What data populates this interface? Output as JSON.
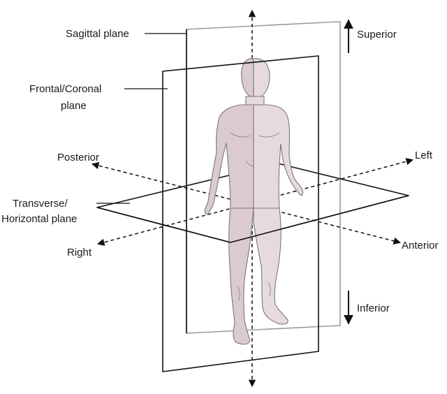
{
  "labels": {
    "sagittal": "Sagittal plane",
    "frontal_line1": "Frontal/Coronal",
    "frontal_line2": "plane",
    "transverse_line1": "Transverse/",
    "transverse_line2": "Horizontal plane",
    "posterior": "Posterior",
    "right": "Right",
    "left": "Left",
    "anterior": "Anterior",
    "superior": "Superior",
    "inferior": "Inferior"
  },
  "colors": {
    "body": "#e7d9e0",
    "lines": "#111111"
  }
}
